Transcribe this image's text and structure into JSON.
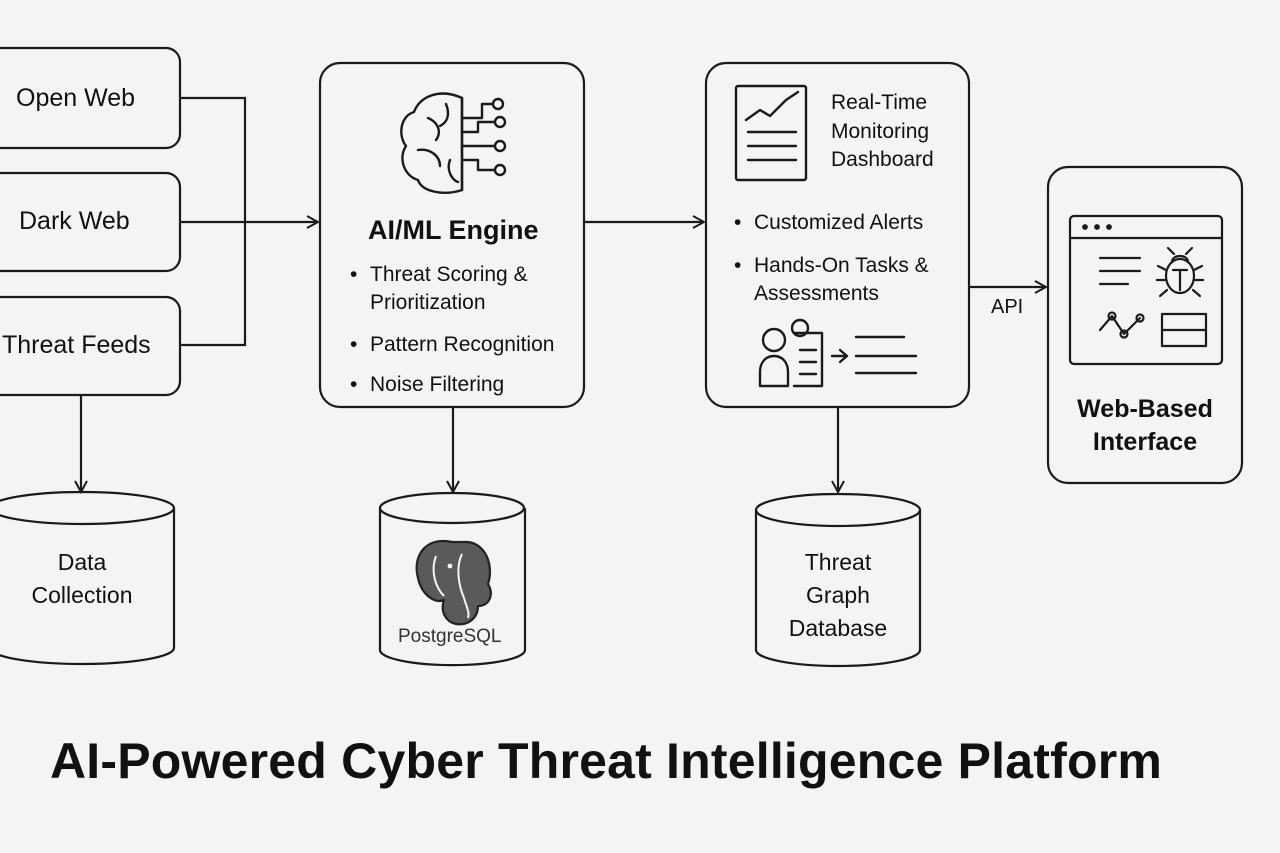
{
  "sources": {
    "open_web": "Open Web",
    "dark_web": "Dark Web",
    "threat_feeds": "Threat Feeds"
  },
  "data_collection": {
    "line1": "Data",
    "line2": "Collection"
  },
  "engine": {
    "title": "AI/ML Engine",
    "bullets": [
      "Threat Scoring &",
      "Prioritization",
      "Pattern Recognition",
      "Noise Filtering"
    ]
  },
  "postgres": {
    "label": "PostgreSQL"
  },
  "dashboard": {
    "title_lines": [
      "Real-Time",
      "Monitoring",
      "Dashboard"
    ],
    "bullets": [
      "Customized Alerts",
      "Hands-On Tasks &",
      "Assessments"
    ]
  },
  "graph_db": {
    "lines": [
      "Threat",
      "Graph",
      "Database"
    ]
  },
  "api_label": "API",
  "web_interface": {
    "line1": "Web-Based",
    "line2": "Interface"
  },
  "footer_title": "AI-Powered Cyber Threat Intelligence Platform",
  "colors": {
    "background": "#f4f4f3",
    "stroke": "#1a1a1a",
    "logo_fill": "#555555"
  },
  "icons": [
    "brain-circuit-icon",
    "chart-document-icon",
    "user-checklist-icon",
    "browser-window-icon",
    "bug-icon",
    "postgresql-elephant-icon"
  ]
}
